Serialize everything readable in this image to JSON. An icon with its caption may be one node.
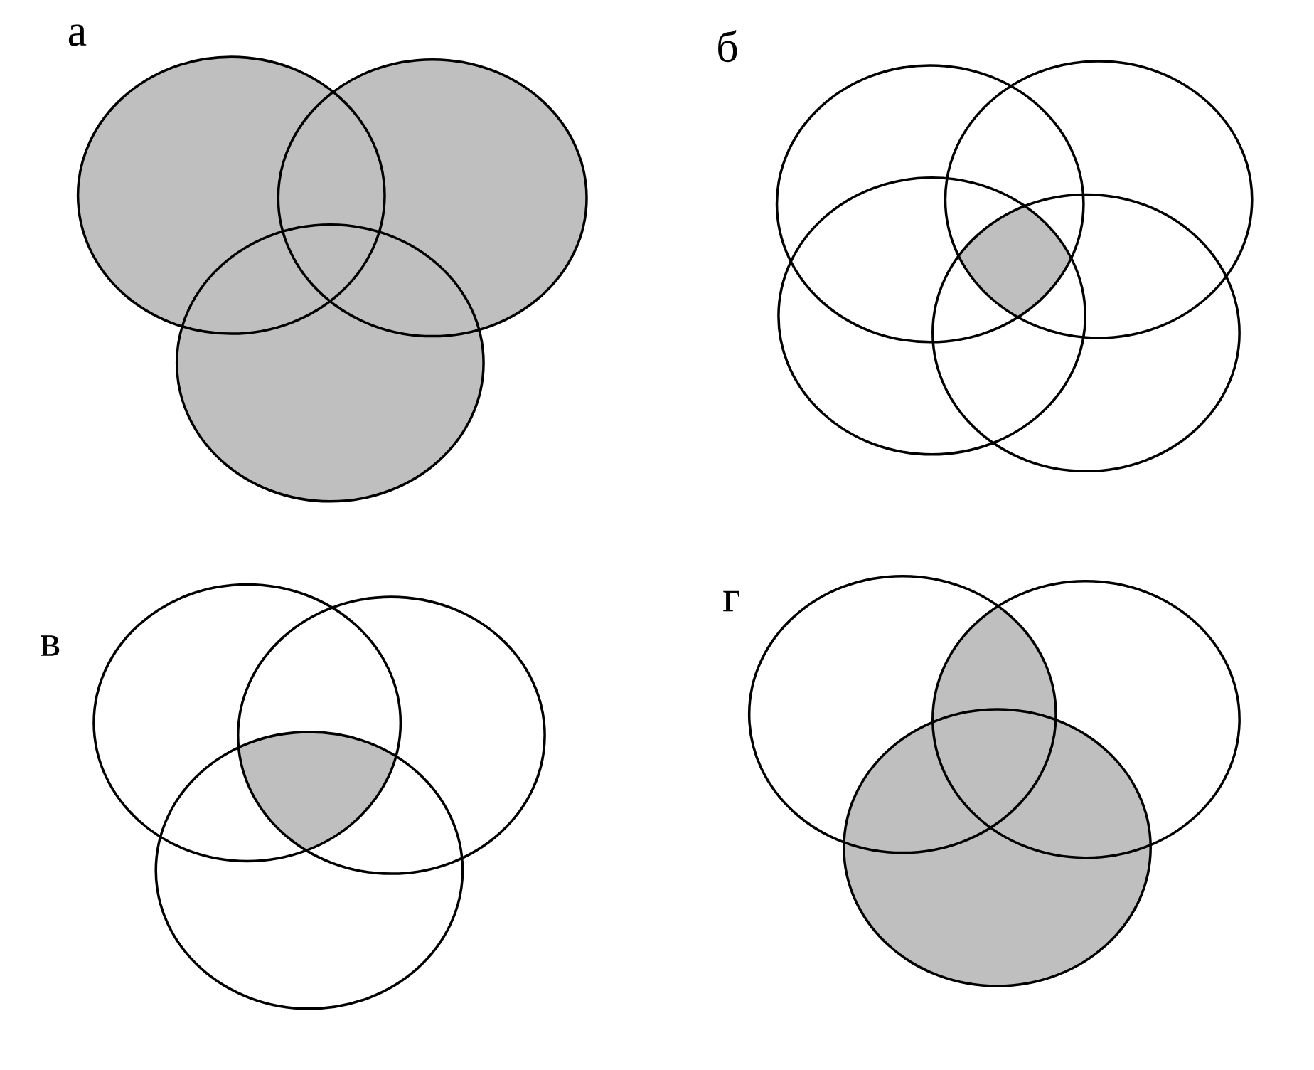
{
  "diagram": {
    "labels": [
      "а",
      "б",
      "в",
      "г"
    ]
  }
}
